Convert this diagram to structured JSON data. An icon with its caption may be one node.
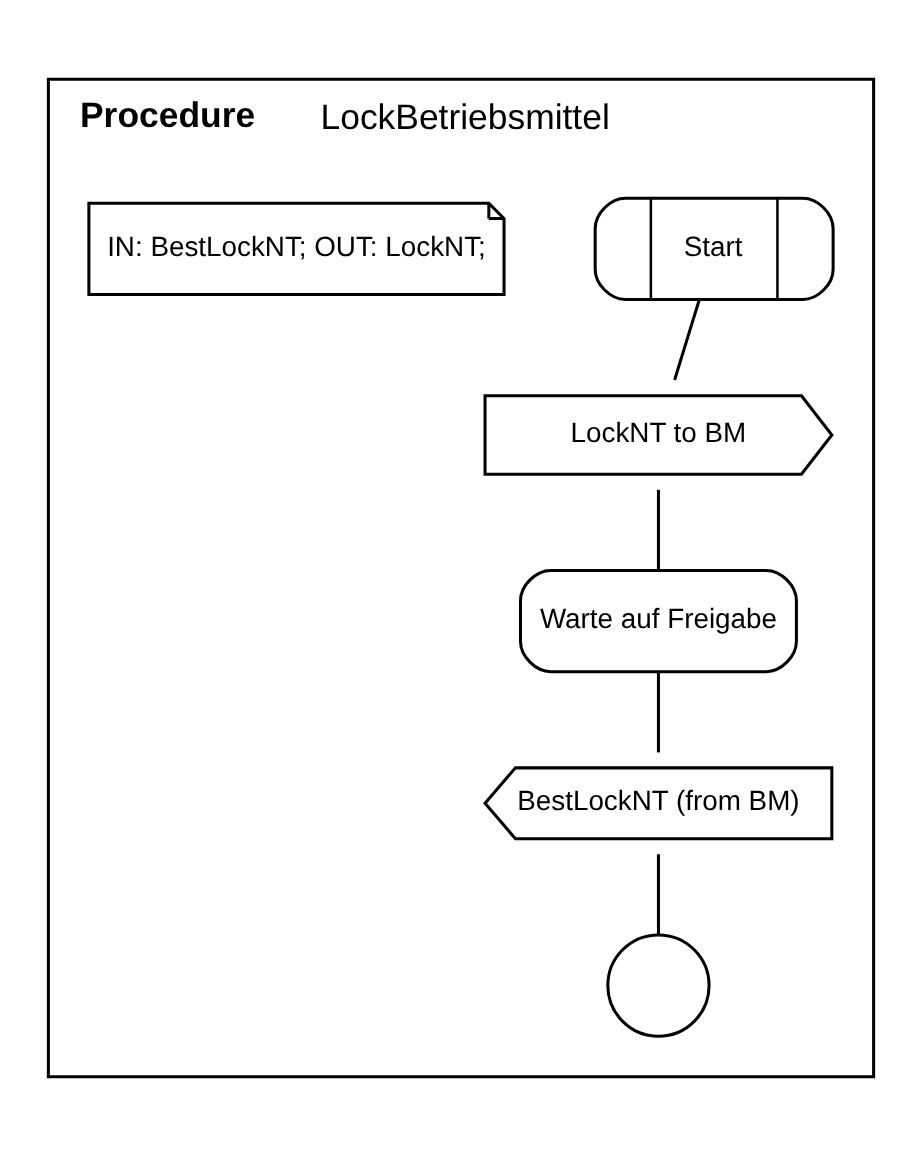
{
  "diagram": {
    "nodes": [
      {
        "text": [
          "Procedure",
          "LockBetriebsmittel"
        ]
      },
      {
        "text": [
          "IN: BestLockNT; OUT: LockNT;"
        ],
        "in": 0
      },
      {
        "text": [
          "Start"
        ],
        "in": 0
      },
      {
        "text": [
          "LockNT to BM"
        ],
        "in": 0
      },
      {
        "text": [
          "Warte auf Freigabe"
        ],
        "in": 0
      },
      {
        "text": [
          "BestLockNT (from BM)"
        ],
        "in": 0
      },
      {
        "text": [],
        "shape": "circle",
        "in": 0
      }
    ],
    "edges": [
      {
        "from": 2,
        "to": 3,
        "arrow": "none"
      },
      {
        "from": 3,
        "to": 4,
        "arrow": "none"
      },
      {
        "from": 4,
        "to": 5,
        "arrow": "none"
      },
      {
        "from": 5,
        "to": 6,
        "arrow": "none"
      }
    ]
  }
}
